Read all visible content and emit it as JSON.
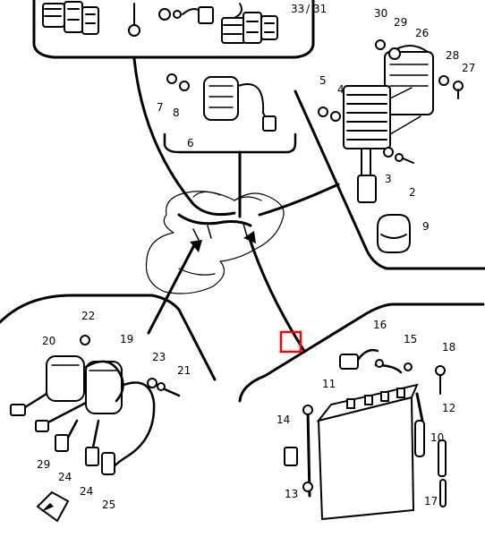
{
  "diagram": {
    "highlight_color": "#ff0000",
    "callouts": {
      "n33_31": "33",
      "n31": "31",
      "n30": "30",
      "n29": "29",
      "n26": "26",
      "n28": "28",
      "n27": "27",
      "n5": "5",
      "n4": "4",
      "n3": "3",
      "n2": "2",
      "n7": "7",
      "n8": "8",
      "n6": "6",
      "n9": "9",
      "n22": "22",
      "n20": "20",
      "n19": "19",
      "n23": "23",
      "n21": "21",
      "n29b": "29",
      "n24a": "24",
      "n24b": "24",
      "n25": "25",
      "n16": "16",
      "n15": "15",
      "n18": "18",
      "n11": "11",
      "n14": "14",
      "n12": "12",
      "n10": "10",
      "n13": "13",
      "n17": "17"
    }
  }
}
